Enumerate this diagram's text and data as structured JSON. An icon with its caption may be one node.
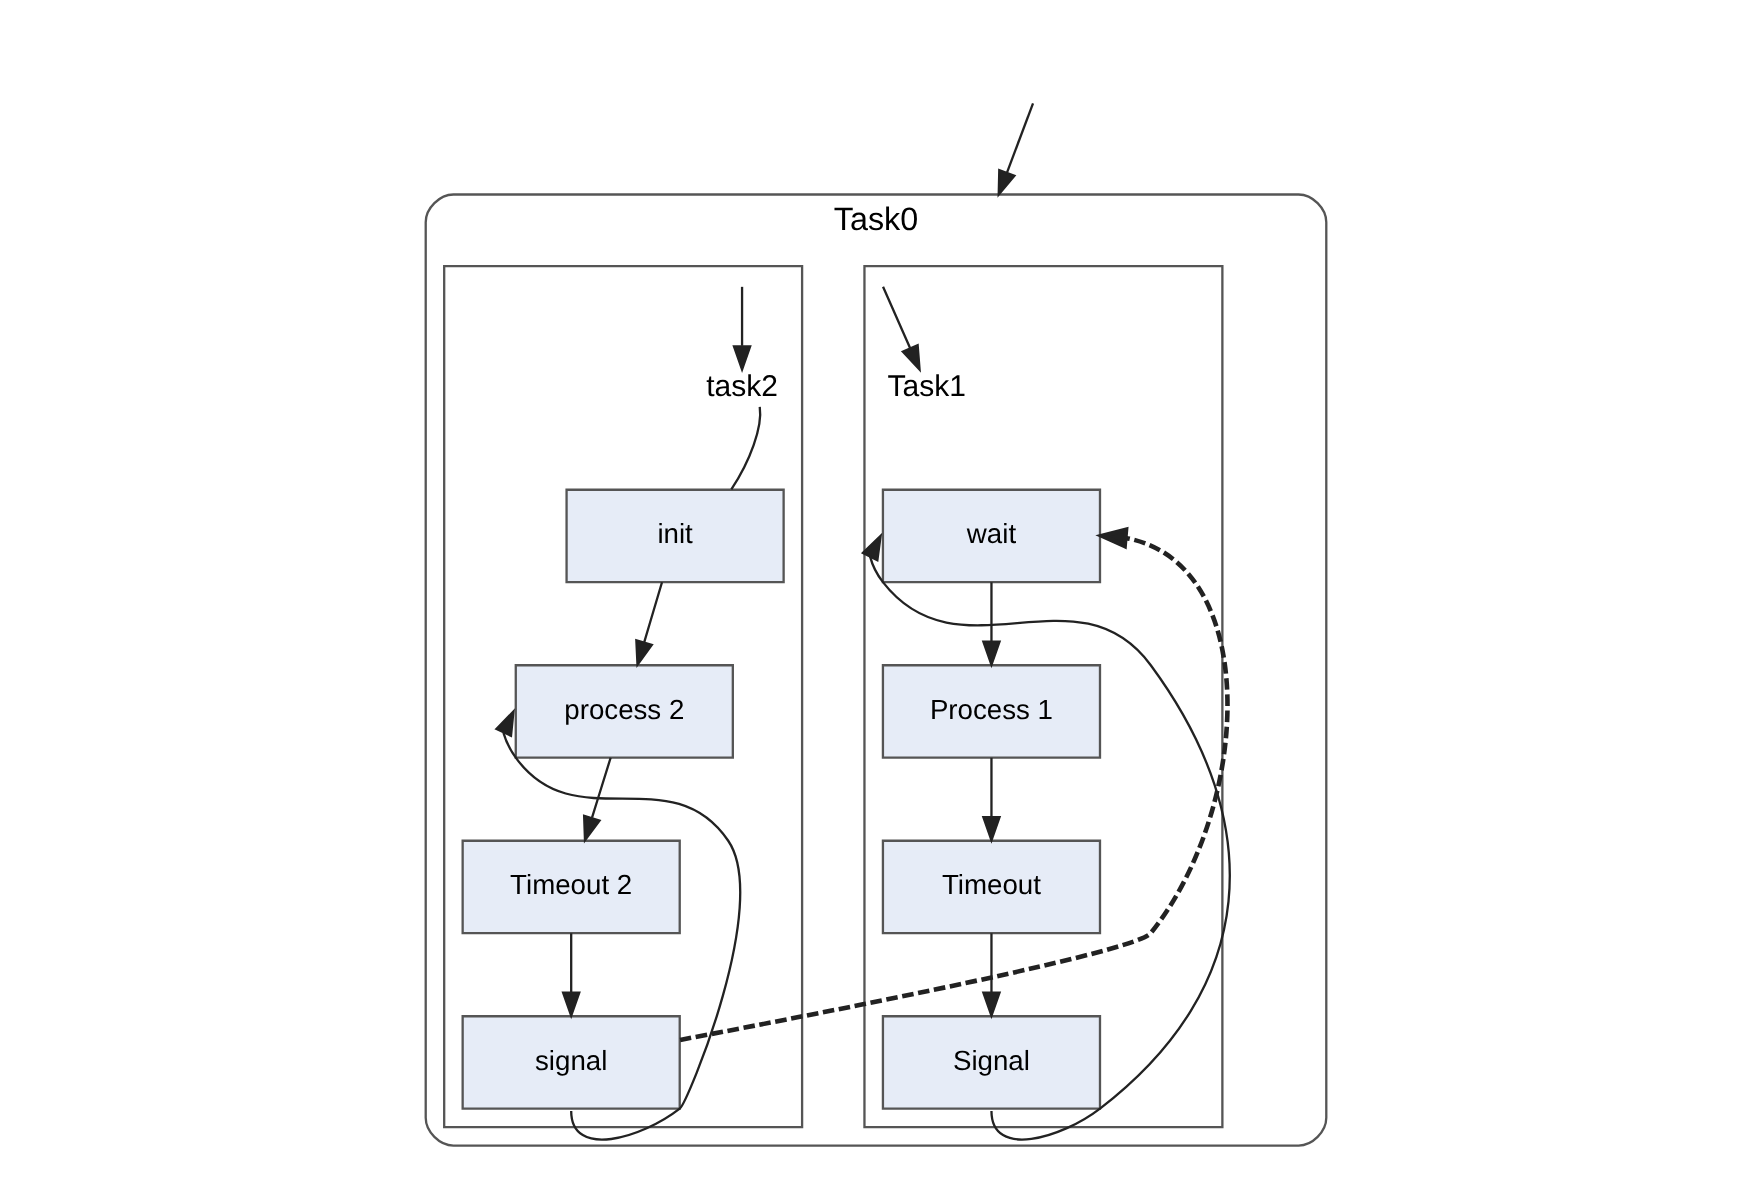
{
  "diagram": {
    "nodes": [
      {
        "text": [
          "Task0"
        ]
      },
      {
        "text": [],
        "shape": "box",
        "in": 0
      },
      {
        "text": [
          "Task1"
        ],
        "in": 1
      },
      {
        "text": [
          "wait"
        ],
        "in": 1
      },
      {
        "text": [
          "Process 1"
        ],
        "in": 1
      },
      {
        "text": [
          "Timeout"
        ],
        "in": 1
      },
      {
        "text": [
          "Signal"
        ],
        "in": 1
      },
      {
        "text": [],
        "shape": "box",
        "in": 0
      },
      {
        "text": [
          "task2"
        ],
        "in": 7
      },
      {
        "text": [
          "init"
        ],
        "in": 7
      },
      {
        "text": [
          "process 2"
        ],
        "in": 7
      },
      {
        "text": [
          "Timeout 2"
        ],
        "in": 7
      },
      {
        "text": [
          "signal"
        ],
        "in": 7
      }
    ],
    "edges": [
      {
        "from": null,
        "to": 0,
        "arrow": "to"
      },
      {
        "from": null,
        "to": 2,
        "arrow": "to"
      },
      {
        "from": null,
        "to": 8,
        "arrow": "to"
      },
      {
        "from": 3,
        "to": 4,
        "arrow": "to"
      },
      {
        "from": 4,
        "to": 5,
        "arrow": "to"
      },
      {
        "from": 5,
        "to": 6,
        "arrow": "to"
      },
      {
        "from": 6,
        "to": 3,
        "arrow": "to"
      },
      {
        "from": 8,
        "to": 9,
        "arrow": "none"
      },
      {
        "from": 9,
        "to": 10,
        "arrow": "to"
      },
      {
        "from": 10,
        "to": 11,
        "arrow": "to"
      },
      {
        "from": 11,
        "to": 12,
        "arrow": "to"
      },
      {
        "from": 12,
        "to": 10,
        "arrow": "to"
      },
      {
        "from": 12,
        "to": 3,
        "arrow": "to",
        "style": "dashed"
      }
    ]
  }
}
